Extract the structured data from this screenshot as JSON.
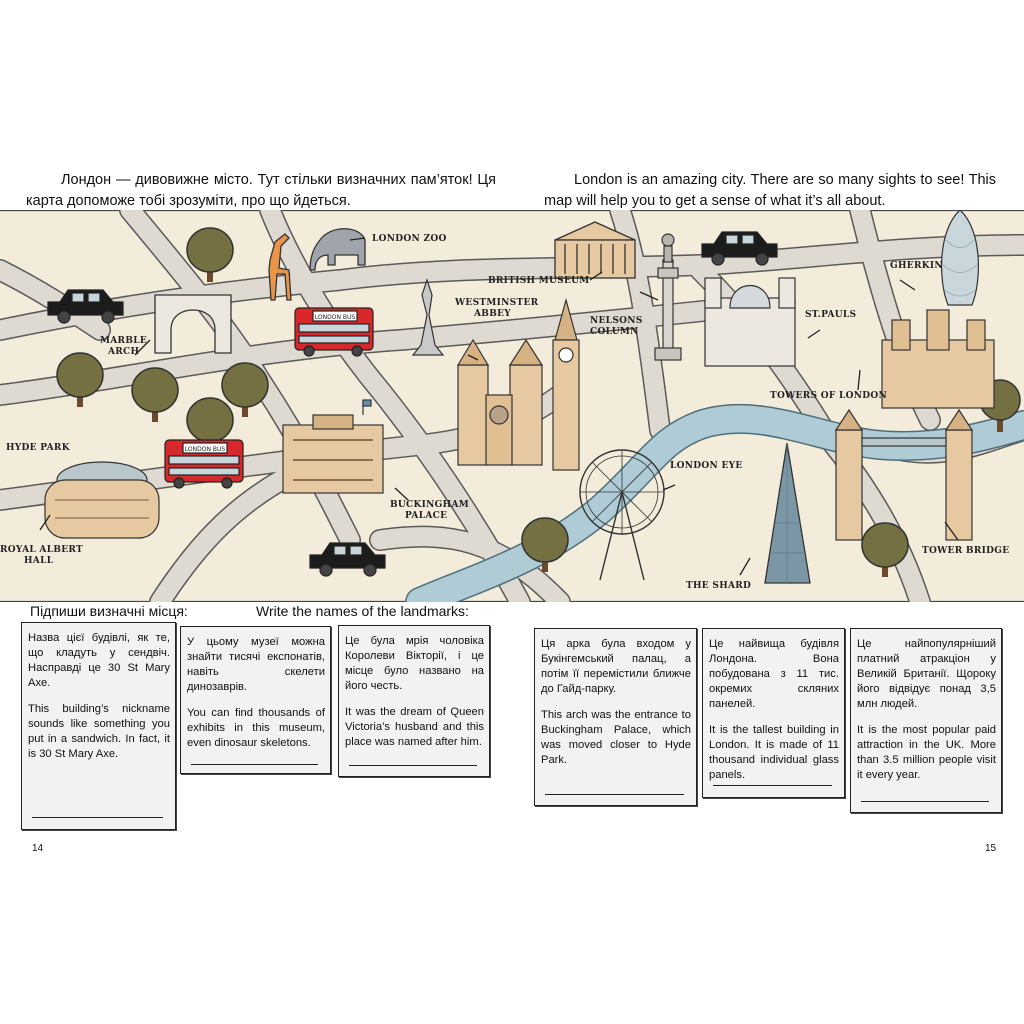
{
  "intro": {
    "uk_line1": "Лондон — дивовижне місто. Тут стільки визначних пам’яток! Ця",
    "uk_line2": "карта допоможе тобі зрозуміти, про що йдеться.",
    "en_line1": "London is an amazing city. There are so many sights to see! This",
    "en_line2": "map will help you to get a sense of what it’s all about."
  },
  "map": {
    "labels": {
      "london_zoo": "LONDON ZOO",
      "british_museum": "BRITISH MUSEUM",
      "westminster_1": "WESTMINSTER",
      "westminster_2": "ABBEY",
      "nelsons_1": "NELSONS",
      "nelsons_2": "COLUMN",
      "gherkin": "GHERKIN",
      "st_pauls": "ST.PAULS",
      "towers_of_london": "TOWERS OF LONDON",
      "marble_1": "MARBLE",
      "marble_2": "ARCH",
      "hyde_park": "HYDE PARK",
      "london_eye": "LONDON EYE",
      "buckingham_1": "BUCKINGHAM",
      "buckingham_2": "PALACE",
      "royal_1": "ROYAL ALBERT",
      "royal_2": "HALL",
      "the_shard": "THE SHARD",
      "tower_bridge": "TOWER BRIDGE",
      "bus_sign": "LONDON BUS"
    },
    "colors": {
      "land": "#f3ecda",
      "road": "#dedad2",
      "river": "#aecbd6",
      "tree": "#747041",
      "bus": "#d8282c",
      "building": "#e7c9a1"
    }
  },
  "instructions": {
    "uk": "Підпиши визначні місця:",
    "en": "Write the names of  the landmarks:"
  },
  "cards": [
    {
      "uk": "Назва цієї будівлі, як те, що кладуть у сендвіч. Насправді це 30 St Mary Axe.",
      "en": "This building’s nickname sounds like something you put in a sandwich. In fact, it is 30 St Mary Axe."
    },
    {
      "uk": "У цьому музеї можна знайти тисячі експонатів, навіть скелети динозаврів.",
      "en": "You can find thousands of exhibits in this museum, even dinosaur skeletons."
    },
    {
      "uk": "Це була мрія чоловіка Королеви Вікторії, і це місце було названо на його честь.",
      "en": "It was the dream of Queen Victoria’s husband and this place was named after him."
    },
    {
      "uk": "Ця арка була входом у Букінгемський палац, а потім її перемістили ближче до Гайд-парку.",
      "en": "This arch was the entrance to Buckingham Palace, which was moved closer to Hyde Park."
    },
    {
      "uk": "Це найвища будівля Лондона. Вона побудована з 11 тис. окремих скляних панелей.",
      "en": "It is the tallest building in London. It is made of 11 thousand individual glass panels."
    },
    {
      "uk": "Це найпопулярніший платний атракціон у Великій Британії. Щороку його відвідує понад 3,5 млн людей.",
      "en": "It is the most popular paid attraction in the UK. More than 3.5 million people visit it every year."
    }
  ],
  "page_numbers": {
    "left": "14",
    "right": "15"
  }
}
